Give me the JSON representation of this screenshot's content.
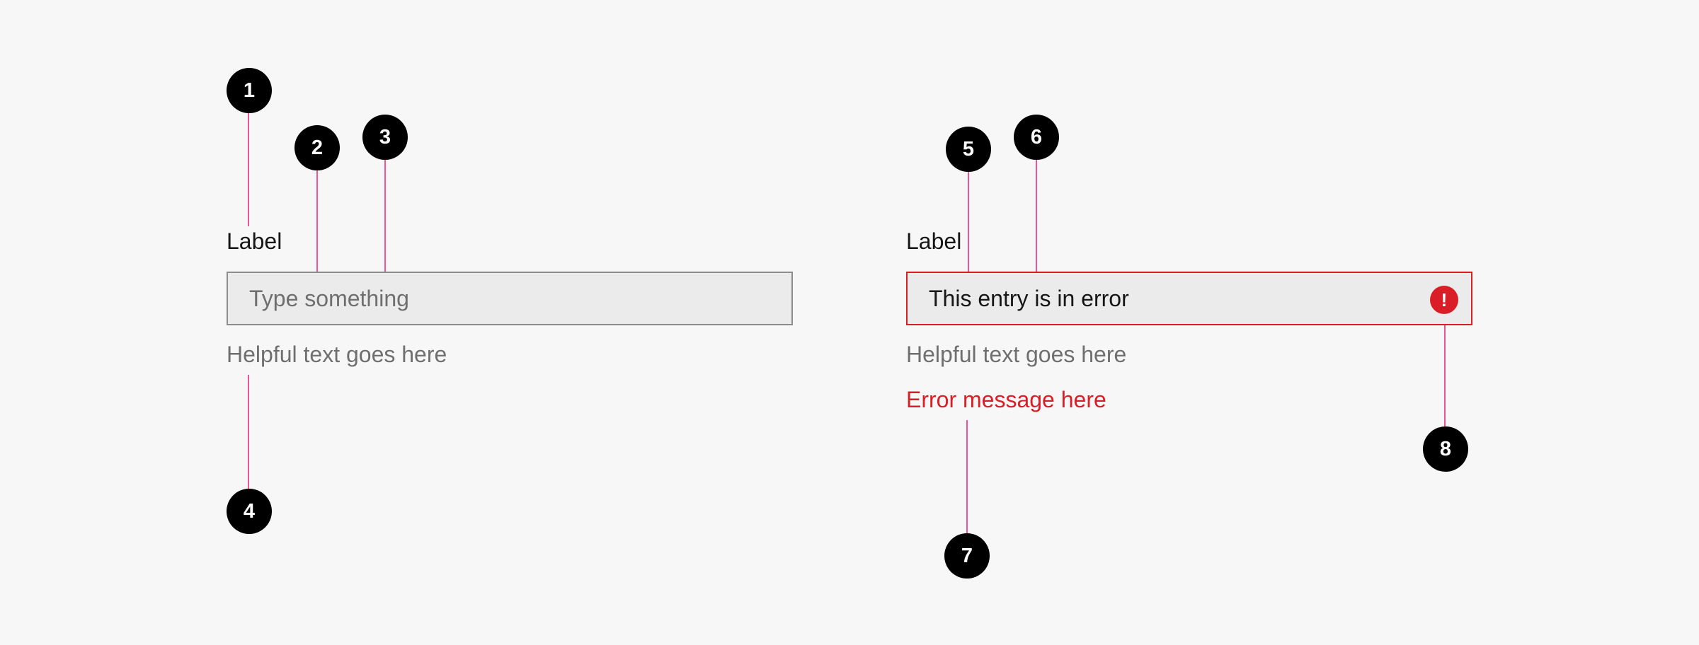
{
  "callouts": [
    "1",
    "2",
    "3",
    "4",
    "5",
    "6",
    "7",
    "8"
  ],
  "normal_field": {
    "label": "Label",
    "placeholder": "Type something",
    "helper": "Helpful text goes here"
  },
  "error_field": {
    "label": "Label",
    "value": "This entry is in error",
    "helper": "Helpful text goes here",
    "error_message": "Error message here",
    "icon": "warning-filled-icon"
  },
  "colors": {
    "background": "#f7f7f7",
    "callout": "#000000",
    "leader_line": "#ee5396",
    "error": "#da1e28",
    "field_background": "#ebebeb",
    "field_border": "#8d8d8d",
    "helper_text": "#6f6f6f"
  }
}
